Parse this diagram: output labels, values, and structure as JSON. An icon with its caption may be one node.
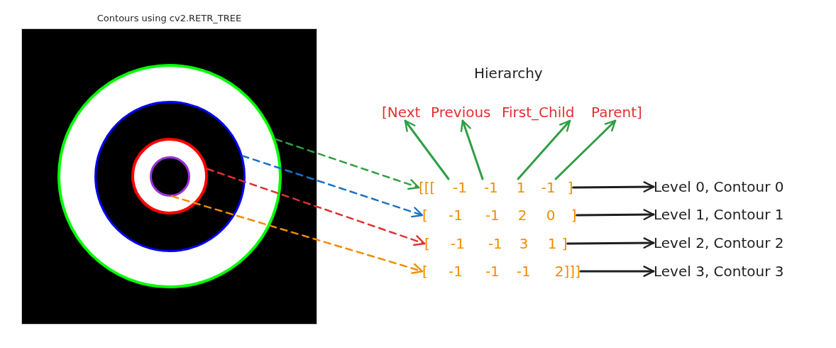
{
  "diagram": {
    "title": "Contours using cv2.RETR_TREE",
    "nodes": [
      {
        "text": [],
        "shape": "circle"
      },
      {
        "text": [],
        "shape": "circle",
        "in": 0
      },
      {
        "text": [],
        "shape": "circle",
        "in": 1
      },
      {
        "text": [],
        "shape": "circle",
        "in": 2
      },
      {
        "text": [
          "[Next"
        ]
      },
      {
        "text": [
          "Previous"
        ]
      },
      {
        "text": [
          "First_Child"
        ]
      },
      {
        "text": [
          "Parent]"
        ]
      },
      {
        "text": [
          "[[[",
          "-1",
          "-1",
          "1",
          "-1",
          "]"
        ]
      },
      {
        "text": [
          "[",
          "-1",
          "-1",
          "2",
          "0",
          "]"
        ]
      },
      {
        "text": [
          "[",
          "-1",
          "-1",
          "3",
          "1",
          "]"
        ]
      },
      {
        "text": [
          "[",
          "-1",
          "-1",
          "-1",
          "2]]]"
        ]
      },
      {
        "text": [
          "Level 0, Contour 0"
        ]
      },
      {
        "text": [
          "Level 1, Contour 1"
        ]
      },
      {
        "text": [
          "Level 2, Contour 2"
        ]
      },
      {
        "text": [
          "Level 3, Contour 3"
        ]
      }
    ],
    "edges": [
      {
        "from": 0,
        "to": 8,
        "arrow": "to",
        "style": "dashed",
        "color": "#2f9e44"
      },
      {
        "from": 1,
        "to": 9,
        "arrow": "to",
        "style": "dashed",
        "color": "#1971c2"
      },
      {
        "from": 2,
        "to": 10,
        "arrow": "to",
        "style": "dashed",
        "color": "#e03131"
      },
      {
        "from": 3,
        "to": 11,
        "arrow": "to",
        "style": "dashed",
        "color": "#f08c00"
      },
      {
        "from": 8,
        "to": 4,
        "arrow": "to",
        "color": "#2f9e44"
      },
      {
        "from": 8,
        "to": 5,
        "arrow": "to",
        "color": "#2f9e44"
      },
      {
        "from": 8,
        "to": 6,
        "arrow": "to",
        "color": "#2f9e44"
      },
      {
        "from": 8,
        "to": 7,
        "arrow": "to",
        "color": "#2f9e44"
      },
      {
        "from": 8,
        "to": 12,
        "arrow": "to",
        "color": "#1e1e1e"
      },
      {
        "from": 9,
        "to": 13,
        "arrow": "to",
        "color": "#1e1e1e"
      },
      {
        "from": 10,
        "to": 14,
        "arrow": "to",
        "color": "#1e1e1e"
      },
      {
        "from": 11,
        "to": 15,
        "arrow": "to",
        "color": "#1e1e1e"
      }
    ],
    "labels": [
      "Hierarchy"
    ]
  }
}
